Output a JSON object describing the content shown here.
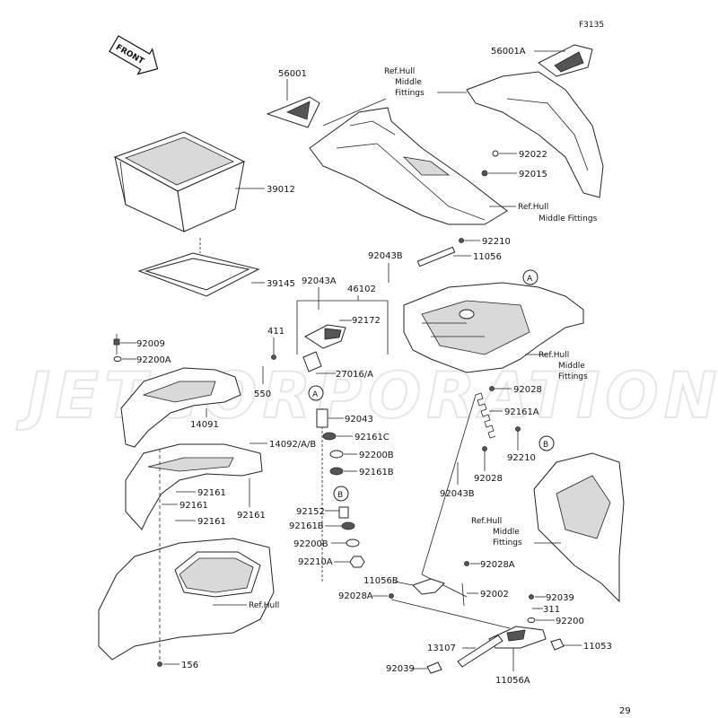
{
  "diagram_code": "F3135",
  "page_number": "29",
  "watermark": "JETCORPORATION",
  "front_label": "FRONT",
  "callouts": {
    "p56001A": "56001A",
    "p56001": "56001",
    "ref_hull_mf_1": "Ref.Hull",
    "ref_hull_mf_1b": "Middle",
    "ref_hull_mf_1c": "Fittings",
    "p92022": "92022",
    "p92015": "92015",
    "ref_hull_mf_2": "Ref.Hull",
    "ref_hull_mf_2b": "Middle Fittings",
    "p39012": "39012",
    "p92210a": "92210",
    "p92043B_a": "92043B",
    "p11056": "11056",
    "p39145": "39145",
    "p92043A": "92043A",
    "p46102": "46102",
    "p92172": "92172",
    "p411": "411",
    "p92009": "92009",
    "p92200A": "92200A",
    "p27016A": "27016/A",
    "p550": "550",
    "ref_hull_mf_3": "Ref.Hull",
    "ref_hull_mf_3b": "Middle",
    "ref_hull_mf_3c": "Fittings",
    "p92028a": "92028",
    "p14091": "14091",
    "p92043": "92043",
    "p92161A": "92161A",
    "p92161C": "92161C",
    "p14092": "14092/A/B",
    "p92200B_a": "92200B",
    "p92210b": "92210",
    "p92161B_a": "92161B",
    "p92028b": "92028",
    "p92161_1": "92161",
    "p92161_2": "92161",
    "p92161_3": "92161",
    "p92161_4": "92161",
    "p92043B_b": "92043B",
    "p92152": "92152",
    "p92161B_b": "92161B",
    "ref_hull_mf_4": "Ref.Hull",
    "ref_hull_mf_4b": "Middle",
    "ref_hull_mf_4c": "Fittings",
    "p92200B_b": "92200B",
    "p92210A": "92210A",
    "p92028A_a": "92028A",
    "p11056B": "11056B",
    "p92002": "92002",
    "p92028A_b": "92028A",
    "p92039a": "92039",
    "p311": "311",
    "ref_hull": "Ref.Hull",
    "p92200": "92200",
    "p13107": "13107",
    "p11053": "11053",
    "p156": "156",
    "p92039b": "92039",
    "p11056A": "11056A",
    "marker_A": "A",
    "marker_B": "B"
  }
}
